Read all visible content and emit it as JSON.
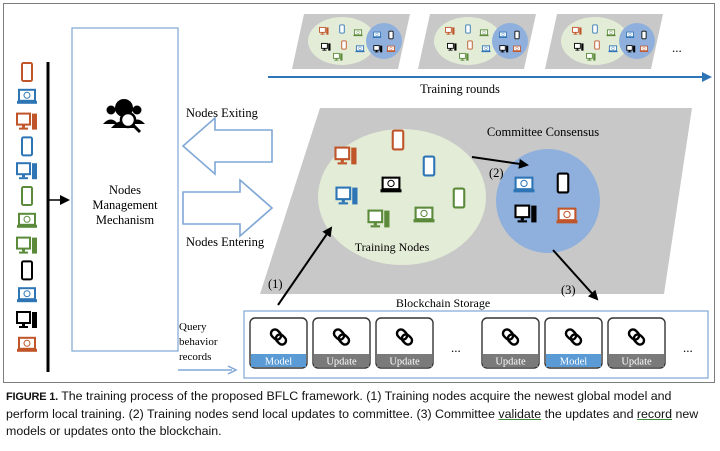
{
  "figure": {
    "nodes_management_label": [
      "Nodes",
      "Management",
      "Mechanism"
    ],
    "nodes_exiting_label": "Nodes Exiting",
    "nodes_entering_label": "Nodes Entering",
    "training_rounds_label": "Training rounds",
    "ellipsis": "...",
    "committee_consensus_label": "Committee Consensus",
    "training_nodes_label": "Training Nodes",
    "step1_label": "(1)",
    "step2_label": "(2)",
    "step3_label": "(3)",
    "blockchain_storage_label": "Blockchain Storage",
    "query_label": [
      "Query",
      "behavior",
      "records"
    ],
    "blocks": [
      {
        "label": "Model",
        "type": "model"
      },
      {
        "label": "Update",
        "type": "update"
      },
      {
        "label": "Update",
        "type": "update"
      },
      {
        "label": "...",
        "type": "gap"
      },
      {
        "label": "Update",
        "type": "update"
      },
      {
        "label": "Model",
        "type": "model"
      },
      {
        "label": "Update",
        "type": "update"
      },
      {
        "label": "...",
        "type": "gap"
      }
    ],
    "colors": {
      "accent_blue": "#2e75b6",
      "training_ellipse": "#e3ecd6",
      "committee_circle": "#8fb0dc",
      "platform_gray": "#c8c8c8",
      "model_label": "#5b9bd5",
      "update_label": "#7a7a7a"
    }
  },
  "caption": {
    "figure_label": "FIGURE 1.",
    "parts": [
      " The training process of the proposed BFLC framework. (1) Training nodes acquire the newest global model and perform local training. (2) Training nodes send local updates to committee. (3) Committee ",
      "validate",
      " the updates and ",
      "record",
      " new models or updates onto the blockchain."
    ]
  }
}
